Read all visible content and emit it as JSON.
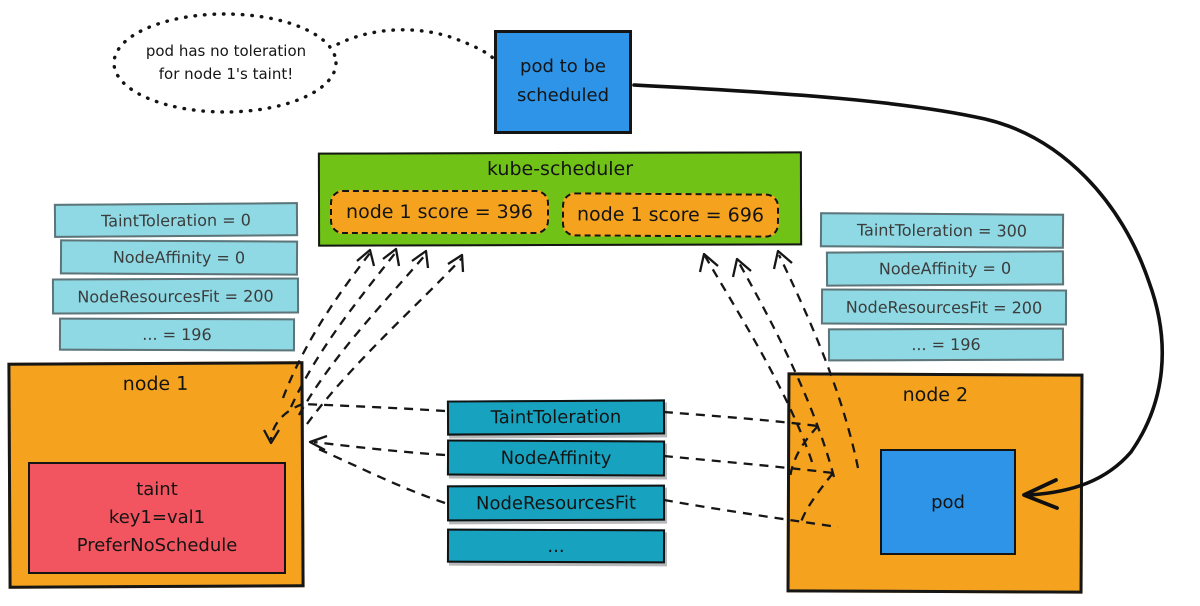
{
  "colors": {
    "blue": "#2d94e8",
    "green": "#70c217",
    "orange": "#f5a31f",
    "light_cyan": "#8ed9e4",
    "teal": "#17a3bf",
    "red": "#f2555f",
    "ink": "#141414"
  },
  "bubble": {
    "line1": "pod has no toleration",
    "line2": "for node 1's taint!"
  },
  "pod_to_be_scheduled": {
    "line1": "pod to be",
    "line2": "scheduled"
  },
  "scheduler": {
    "title": "kube-scheduler",
    "score_left": "node 1 score = 396",
    "score_right": "node 1 score = 696"
  },
  "left_plugin_scores": {
    "items": [
      "TaintToleration = 0",
      "NodeAffinity = 0",
      "NodeResourcesFit = 200",
      "... = 196"
    ]
  },
  "right_plugin_scores": {
    "items": [
      "TaintToleration = 300",
      "NodeAffinity = 0",
      "NodeResourcesFit = 200",
      "... = 196"
    ]
  },
  "plugins": {
    "items": [
      "TaintToleration",
      "NodeAffinity",
      "NodeResourcesFit",
      "..."
    ]
  },
  "node1": {
    "title": "node 1",
    "taint_line1": "taint",
    "taint_line2": "key1=val1",
    "taint_line3": "PreferNoSchedule"
  },
  "node2": {
    "title": "node 2",
    "pod_label": "pod"
  }
}
